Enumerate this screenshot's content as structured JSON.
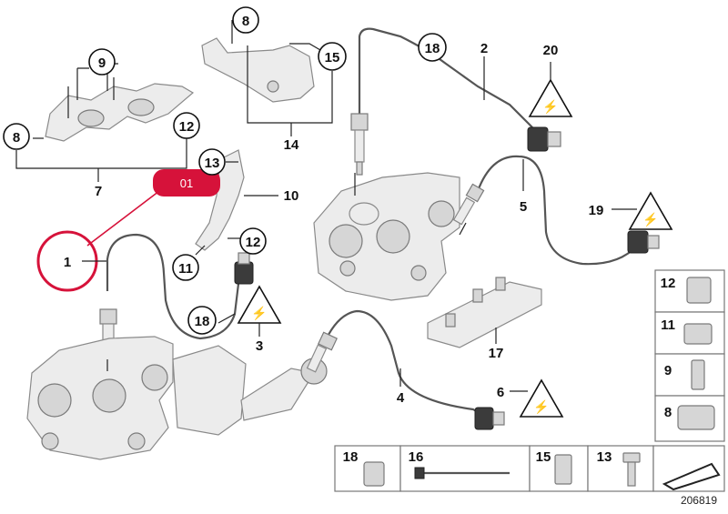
{
  "callouts": {
    "n1": "1",
    "n2": "2",
    "n3": "3",
    "n4": "4",
    "n5": "5",
    "n6": "6",
    "n7": "7",
    "n8a": "8",
    "n8b": "8",
    "n9": "9",
    "n10": "10",
    "n11": "11",
    "n12a": "12",
    "n12b": "12",
    "n13": "13",
    "n14": "14",
    "n15": "15",
    "n17": "17",
    "n18a": "18",
    "n18b": "18",
    "n19": "19",
    "n20": "20"
  },
  "highlight_badge": "01",
  "side_panel": [
    "12",
    "11",
    "9",
    "8"
  ],
  "bottom_panel": [
    "18",
    "16",
    "15",
    "13"
  ],
  "diagram_id": "206819",
  "colors": {
    "highlight": "#d6123a",
    "line": "#222222",
    "part": "#ececec"
  }
}
